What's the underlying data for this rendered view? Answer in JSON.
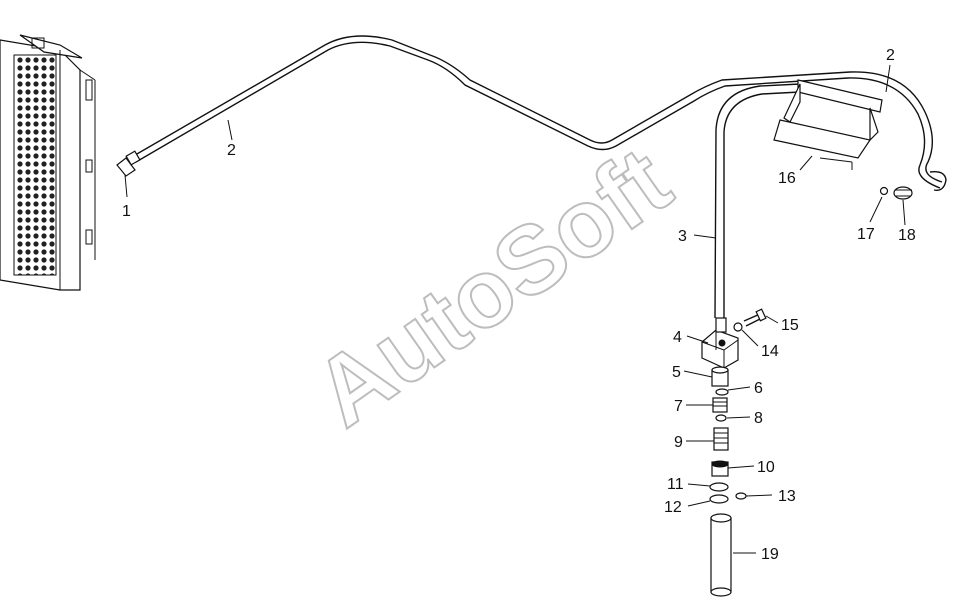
{
  "watermark": "AutoSoft",
  "callouts": [
    {
      "id": "c1",
      "text": "1"
    },
    {
      "id": "c2a",
      "text": "2"
    },
    {
      "id": "c2b",
      "text": "2"
    },
    {
      "id": "c3",
      "text": "3"
    },
    {
      "id": "c4",
      "text": "4"
    },
    {
      "id": "c5",
      "text": "5"
    },
    {
      "id": "c6",
      "text": "6"
    },
    {
      "id": "c7",
      "text": "7"
    },
    {
      "id": "c8",
      "text": "8"
    },
    {
      "id": "c9",
      "text": "9"
    },
    {
      "id": "c10",
      "text": "10"
    },
    {
      "id": "c11",
      "text": "11"
    },
    {
      "id": "c12",
      "text": "12"
    },
    {
      "id": "c13",
      "text": "13"
    },
    {
      "id": "c14",
      "text": "14"
    },
    {
      "id": "c15",
      "text": "15"
    },
    {
      "id": "c16",
      "text": "16"
    },
    {
      "id": "c17",
      "text": "17"
    },
    {
      "id": "c18",
      "text": "18"
    },
    {
      "id": "c19",
      "text": "19"
    }
  ]
}
